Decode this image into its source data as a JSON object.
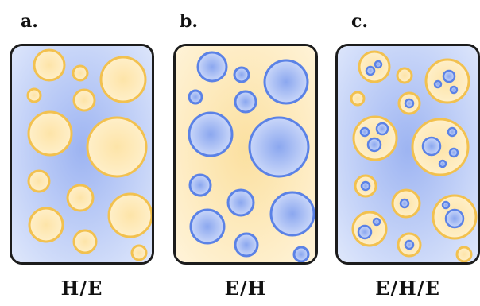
{
  "panels": [
    {
      "letter": "a.",
      "caption": "H/E"
    },
    {
      "letter": "b.",
      "caption": "E/H"
    },
    {
      "letter": "c.",
      "caption": "E/H/E"
    }
  ],
  "colors": {
    "blue_phase_center": "#9db4f2",
    "blue_phase_edge": "#d6e0fb",
    "yellow_phase_center": "#fbe3a6",
    "yellow_phase_edge": "#fff1d2",
    "yellow_droplet_stroke": "#f2c14f",
    "blue_droplet_stroke": "#5b82e6",
    "border": "#1c1c1c"
  }
}
